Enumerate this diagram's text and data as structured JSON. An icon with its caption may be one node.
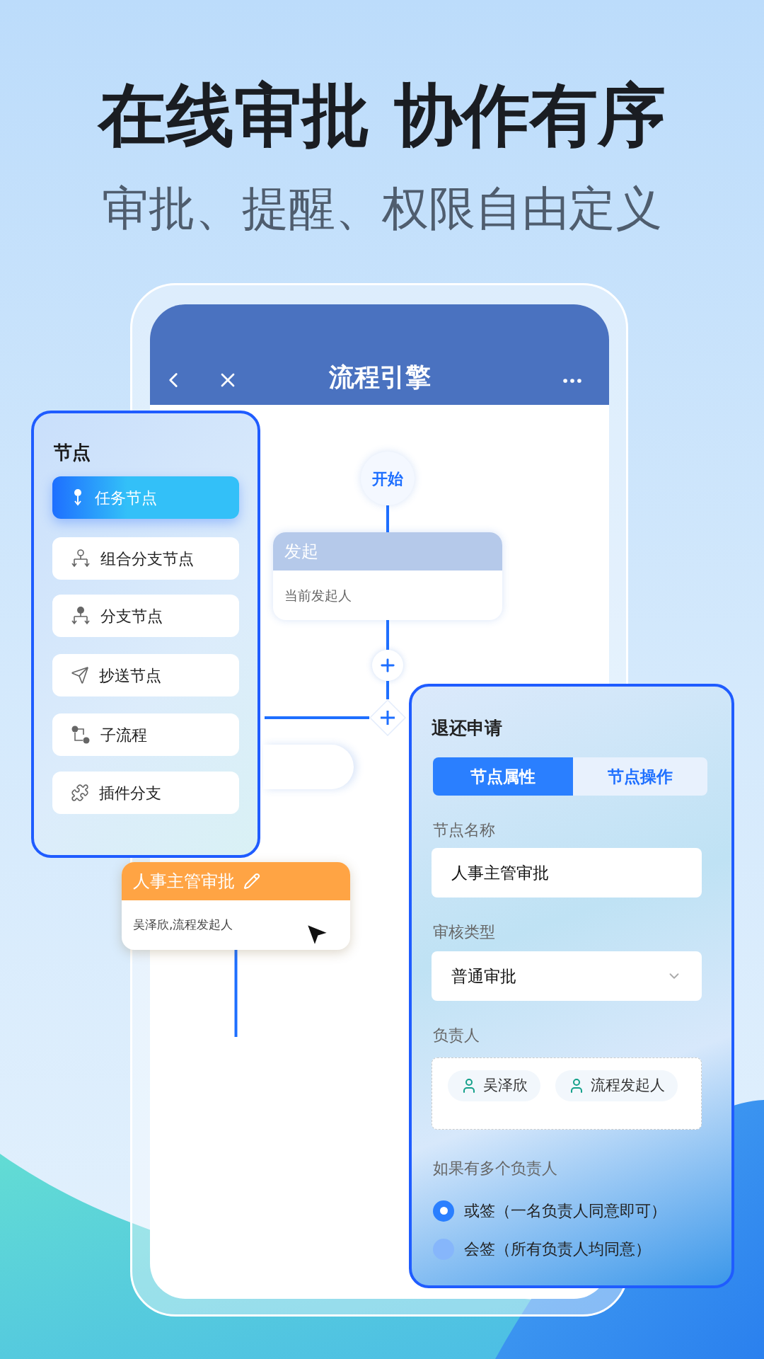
{
  "diagram": {
    "title": "在线审批 协作有序",
    "nodes": [
      {
        "text": [
          "开始"
        ]
      },
      {
        "text": [
          "发起",
          "当前发起人"
        ]
      },
      {
        "text": [],
        "shape": "circle"
      },
      {
        "text": [],
        "shape": "diamond"
      },
      {
        "text": [],
        "shape": "box"
      },
      {
        "text": [
          "人事主管审批",
          "吴泽欣,流程发起人"
        ]
      }
    ],
    "edges": [
      {
        "from": 0,
        "to": 1,
        "arrow": "none"
      },
      {
        "from": 1,
        "to": 2,
        "arrow": "none"
      },
      {
        "from": 2,
        "to": 3,
        "arrow": "none"
      },
      {
        "from": 3,
        "to": null,
        "arrow": "none"
      },
      {
        "from": 5,
        "to": null,
        "arrow": "none"
      }
    ],
    "labels": [
      "审批、提醒、权限自由定义",
      "流程引擎",
      "节点",
      "任务节点",
      "组合分支节点",
      "分支节点",
      "抄送节点",
      "子流程",
      "插件分支",
      "退还申请",
      "节点属性",
      "节点操作",
      "节点名称",
      "人事主管审批",
      "审核类型",
      "普通审批",
      "负责人",
      "吴泽欣",
      "流程发起人",
      "如果有多个负责人",
      "或签（一名负责人同意即可）",
      "会签（所有负责人均同意）"
    ]
  }
}
